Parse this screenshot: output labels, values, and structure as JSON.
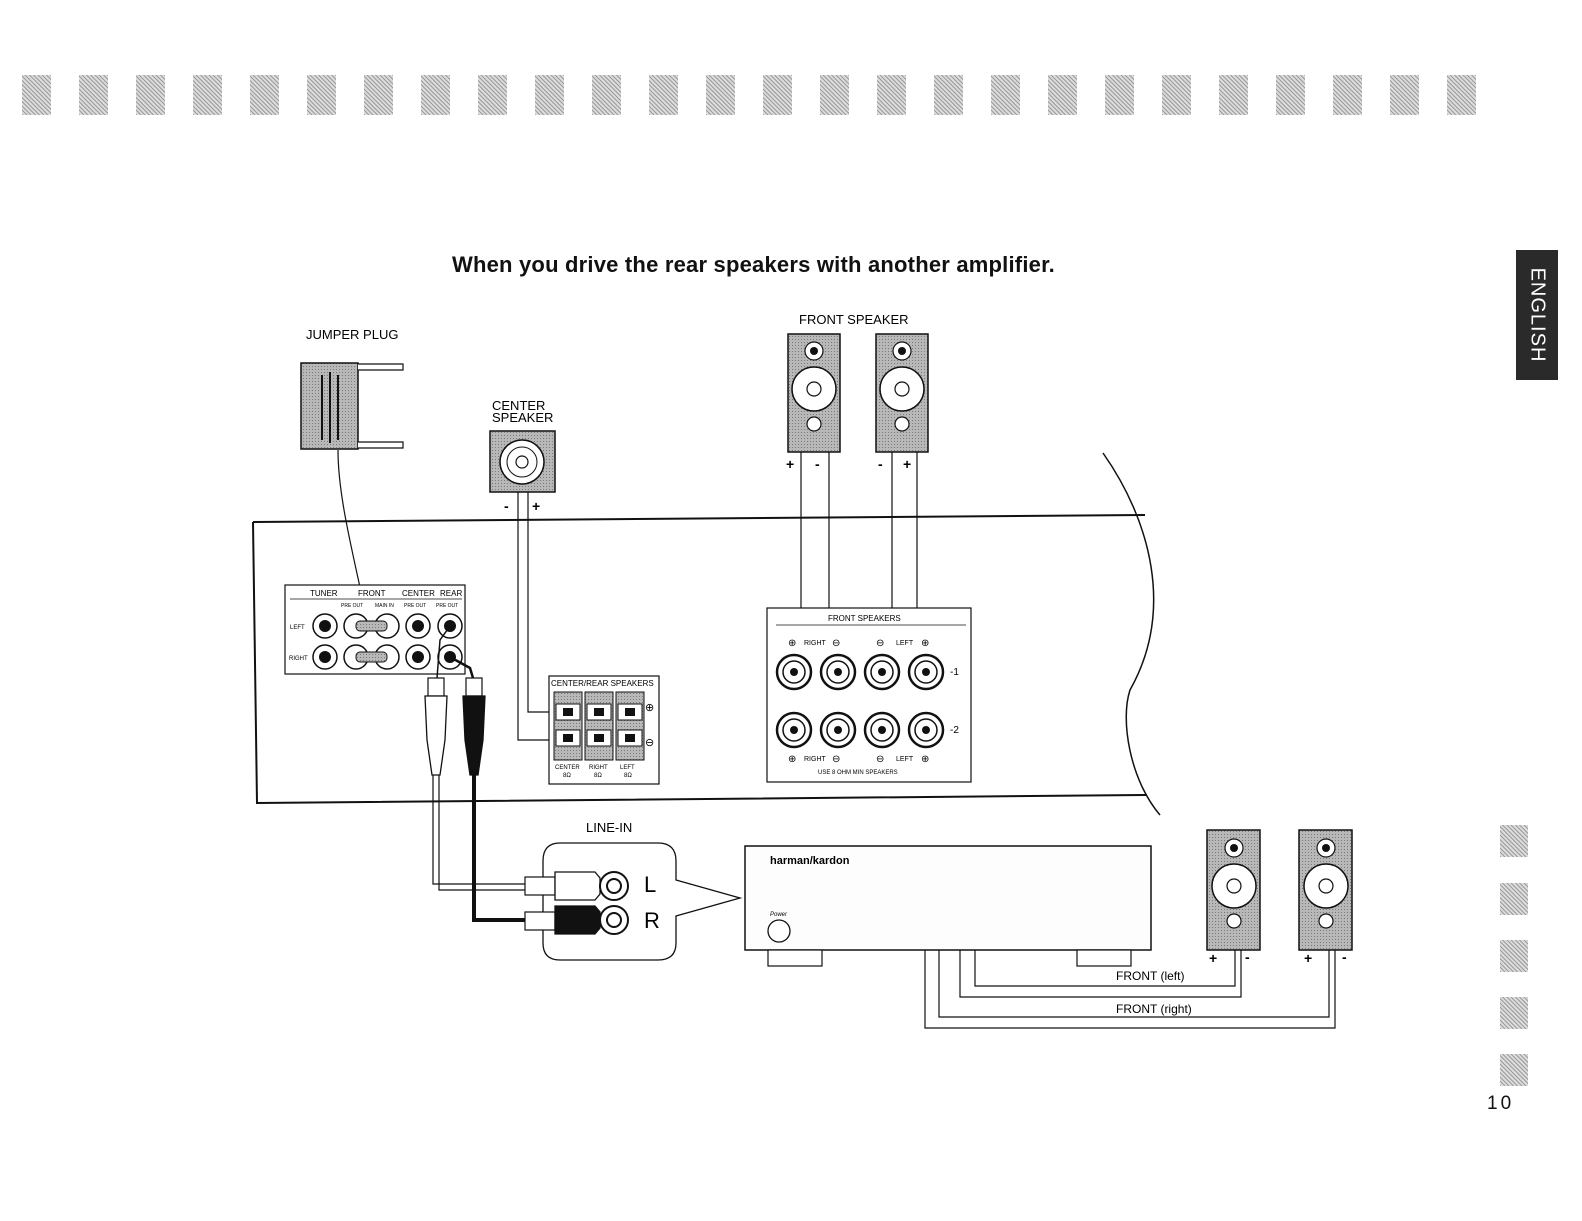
{
  "heading": "When you drive the rear speakers with another amplifier.",
  "language_tab": "ENGLISH",
  "page_number": "10",
  "labels": {
    "jumper_plug": "JUMPER PLUG",
    "center_speaker_line1": "CENTER",
    "center_speaker_line2": "SPEAKER",
    "front_speaker": "FRONT SPEAKER",
    "line_in": "LINE-IN",
    "channel_l": "L",
    "channel_r": "R",
    "front_left": "FRONT (left)",
    "front_right": "FRONT (right)",
    "plus": "+",
    "minus": "-"
  },
  "rca_panel": {
    "tuner": "TUNER",
    "front": "FRONT",
    "center": "CENTER",
    "rear": "REAR",
    "pre_out": "PRE OUT",
    "main_in": "MAIN IN",
    "left": "LEFT",
    "right": "RIGHT"
  },
  "center_rear_panel": {
    "title": "CENTER/REAR SPEAKERS",
    "center": "CENTER",
    "right": "RIGHT",
    "left": "LEFT",
    "ohm": "8Ω",
    "plus_symbol": "⊕",
    "minus_symbol": "⊖"
  },
  "front_speakers_panel": {
    "title": "FRONT SPEAKERS",
    "right": "RIGHT",
    "left": "LEFT",
    "row1": "-1",
    "row2": "-2",
    "note": "USE 8 OHM MIN SPEAKERS",
    "plus_symbol": "⊕",
    "minus_symbol": "⊖"
  },
  "amplifier": {
    "brand": "harman/kardon",
    "power": "Power"
  }
}
